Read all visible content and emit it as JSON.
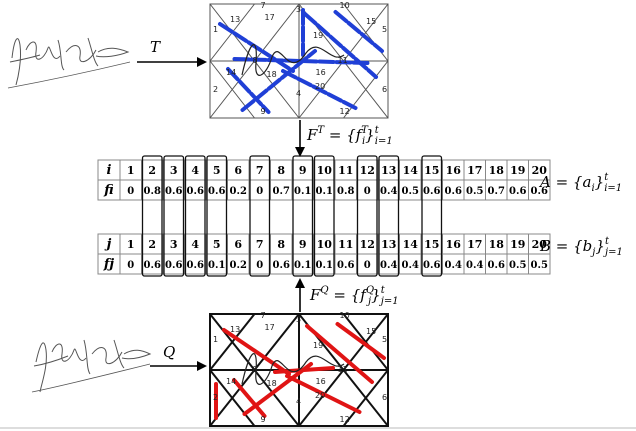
{
  "labels": {
    "T": "T",
    "Q": "Q",
    "FT": "F",
    "FT_sup": "T",
    "FT_set": " = {f",
    "FT_set_sub": "i",
    "FT_set_sup": "T",
    "FT_end": "}",
    "FT_range_sup": "t",
    "FT_range_sub": "i=1",
    "FQ": "F",
    "FQ_sup": "Q",
    "FQ_set": " = {f",
    "FQ_set_sub": "j",
    "FQ_set_sup": "Q",
    "FQ_end": "}",
    "FQ_range_sup": "t",
    "FQ_range_sub": "j=1",
    "A": "A = {a",
    "A_sub": "i",
    "A_end": "}",
    "A_range_sup": "t",
    "A_range_sub": "i=1",
    "B": "B = {b",
    "B_sub": "j",
    "B_end": "}",
    "B_range_sup": "t",
    "B_range_sub": "j=1"
  },
  "table_A": {
    "index_label": "i",
    "value_label": "fi",
    "indices": [
      "1",
      "2",
      "3",
      "4",
      "5",
      "6",
      "7",
      "8",
      "9",
      "10",
      "11",
      "12",
      "13",
      "14",
      "15",
      "16",
      "17",
      "18",
      "19",
      "20"
    ],
    "values": [
      "0",
      "0.8",
      "0.6",
      "0.6",
      "0.6",
      "0.2",
      "0",
      "0.7",
      "0.1",
      "0.1",
      "0.8",
      "0",
      "0.4",
      "0.5",
      "0.6",
      "0.6",
      "0.5",
      "0.7",
      "0.6",
      "0.6"
    ]
  },
  "table_B": {
    "index_label": "j",
    "value_label": "fj",
    "indices": [
      "1",
      "2",
      "3",
      "4",
      "5",
      "6",
      "7",
      "8",
      "9",
      "10",
      "11",
      "12",
      "13",
      "14",
      "15",
      "16",
      "17",
      "18",
      "19",
      "20"
    ],
    "values": [
      "0",
      "0.6",
      "0.6",
      "0.6",
      "0.1",
      "0.2",
      "0",
      "0.6",
      "0.1",
      "0.1",
      "0.6",
      "0",
      "0.4",
      "0.4",
      "0.6",
      "0.4",
      "0.4",
      "0.6",
      "0.5",
      "0.5"
    ]
  },
  "highlighted_columns": [
    "2",
    "3",
    "4",
    "5",
    "7",
    "9",
    "10",
    "12",
    "13",
    "15"
  ],
  "grid_T": {
    "segment_numbers": [
      "1",
      "2",
      "3",
      "4",
      "5",
      "6",
      "7",
      "8",
      "9",
      "10",
      "11",
      "12",
      "13",
      "14",
      "15",
      "16",
      "17",
      "18",
      "19",
      "20"
    ],
    "color": "#1f3fd6"
  },
  "grid_Q": {
    "segment_numbers": [
      "1",
      "2",
      "3",
      "4",
      "5",
      "6",
      "7",
      "8",
      "9",
      "10",
      "11",
      "12",
      "13",
      "14",
      "15",
      "16",
      "17",
      "18",
      "19",
      "20"
    ],
    "color": "#e01414"
  }
}
